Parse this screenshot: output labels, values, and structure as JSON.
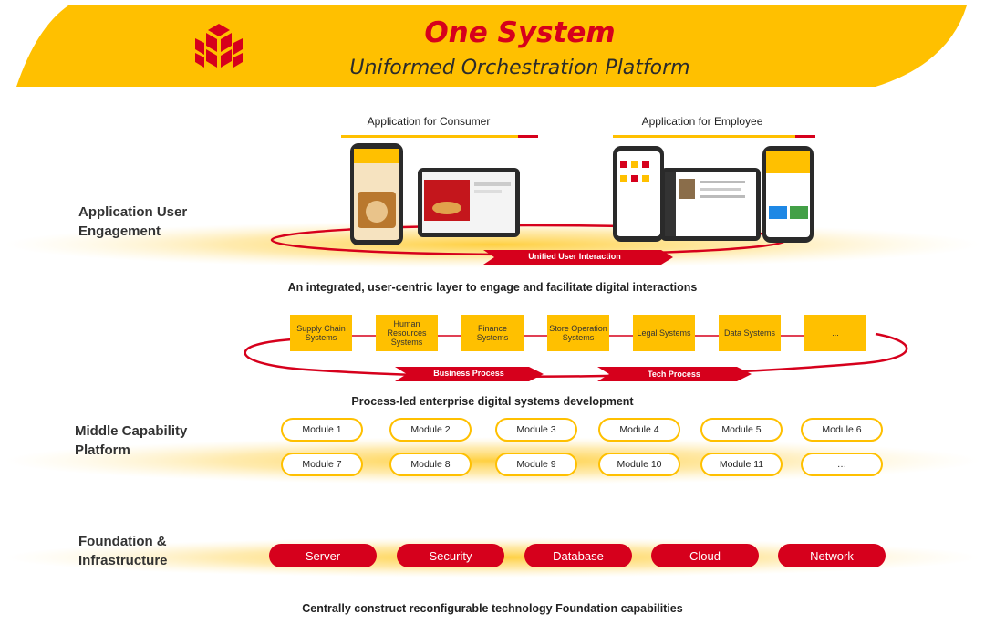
{
  "header": {
    "title": "One System",
    "subtitle": "Uniformed Orchestration Platform",
    "logo_icon": "red-cube-logo-icon"
  },
  "colors": {
    "brand_yellow": "#ffc000",
    "brand_red": "#d6001c",
    "text_dark": "#222222"
  },
  "layers": {
    "application": "Application User Engagement",
    "middle": "Middle Capability Platform",
    "foundation": "Foundation & Infrastructure"
  },
  "apps": {
    "consumer": "Application for Consumer",
    "employee": "Application for Employee",
    "interaction_label": "Unified User Interaction"
  },
  "captions": {
    "engagement": "An integrated, user-centric layer to engage and facilitate digital interactions",
    "process": "Process-led enterprise digital systems development",
    "foundation": "Centrally construct reconfigurable technology Foundation capabilities"
  },
  "systems": [
    "Supply Chain Systems",
    "Human Resources Systems",
    "Finance Systems",
    "Store Operation Systems",
    "Legal Systems",
    "Data Systems",
    "..."
  ],
  "process_labels": {
    "business": "Business Process",
    "tech": "Tech Process"
  },
  "modules": [
    "Module 1",
    "Module 2",
    "Module 3",
    "Module 4",
    "Module 5",
    "Module 6",
    "Module 7",
    "Module 8",
    "Module 9",
    "Module 10",
    "Module 11",
    "…"
  ],
  "infrastructure": [
    "Server",
    "Security",
    "Database",
    "Cloud",
    "Network"
  ]
}
